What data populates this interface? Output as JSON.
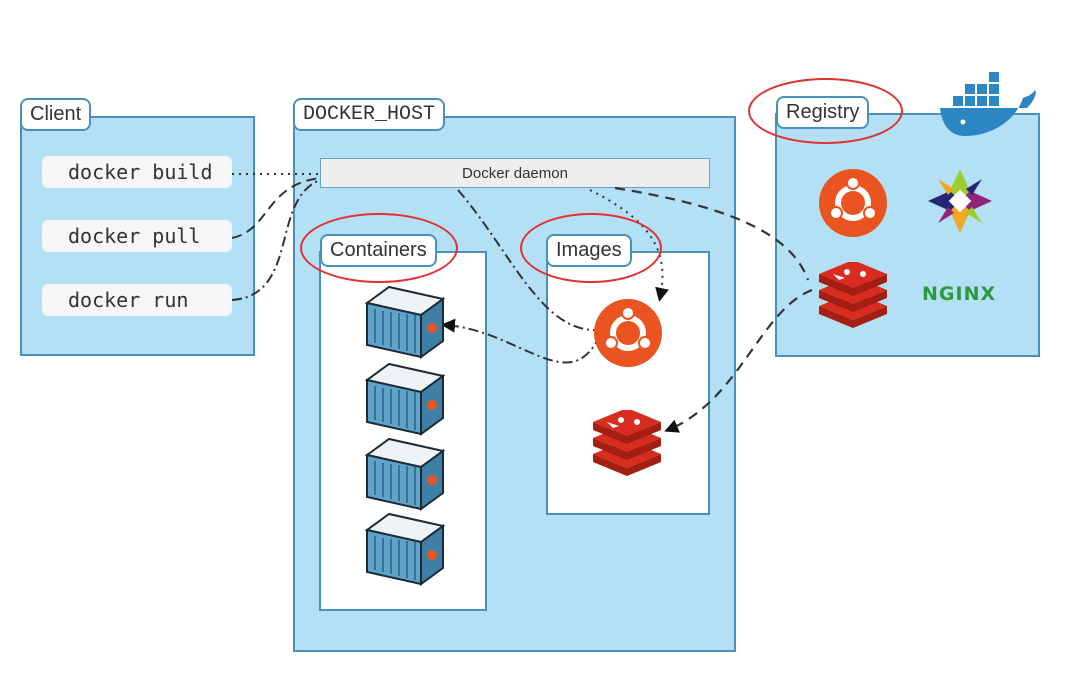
{
  "client": {
    "title": "Client",
    "commands": [
      "docker build",
      "docker pull",
      "docker run"
    ]
  },
  "host": {
    "title": "DOCKER_HOST",
    "daemon": "Docker daemon",
    "containers_label": "Containers",
    "images_label": "Images"
  },
  "registry": {
    "title": "Registry",
    "nginx_logo": "NGINX"
  },
  "colors": {
    "panel_fill": "#b3e0f5",
    "panel_border": "#4a90b8",
    "highlight_oval": "#e03030",
    "ubuntu": "#e95420",
    "redis": "#d33a2c",
    "nginx": "#2c9a3a"
  },
  "icons": [
    "docker-whale-icon",
    "ubuntu-icon",
    "centos-icon",
    "redis-icon",
    "nginx-logo",
    "container-icon"
  ]
}
